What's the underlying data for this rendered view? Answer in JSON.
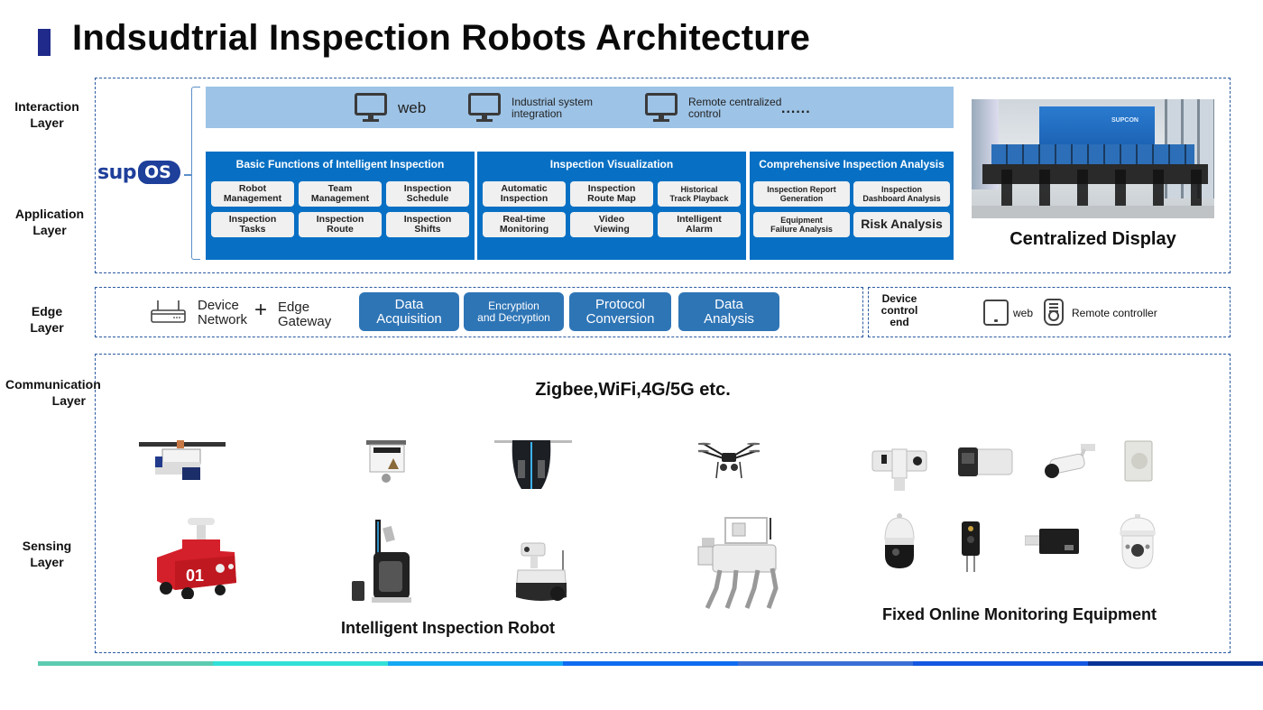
{
  "title": "Indsudtrial Inspection Robots Architecture",
  "layers": {
    "interaction": "Interaction\nLayer",
    "interaction_l1": "Interaction",
    "interaction_l2": "Layer",
    "application_l1": "Application",
    "application_l2": "Layer",
    "edge_l1": "Edge",
    "edge_l2": "Layer",
    "communication_l1": "Communication",
    "communication_l2": "Layer",
    "sensing_l1": "Sensing",
    "sensing_l2": "Layer"
  },
  "logo": {
    "sup": "sup",
    "os": "OS"
  },
  "interaction": {
    "items": [
      {
        "icon": "monitor-icon",
        "label": "web"
      },
      {
        "icon": "monitor-icon",
        "label_l1": "Industrial system",
        "label_l2": "integration"
      },
      {
        "icon": "monitor-icon",
        "label_l1": "Remote centralized",
        "label_l2": "control"
      }
    ],
    "more": "......"
  },
  "application": {
    "panels": [
      {
        "title": "Basic Functions of Intelligent Inspection",
        "cells": [
          [
            "Robot",
            "Management"
          ],
          [
            "Team",
            "Management"
          ],
          [
            "Inspection",
            "Schedule"
          ],
          [
            "Inspection",
            "Tasks"
          ],
          [
            "Inspection",
            "Route"
          ],
          [
            "Inspection",
            "Shifts"
          ]
        ]
      },
      {
        "title": "Inspection Visualization",
        "cells": [
          [
            "Automatic",
            "Inspection"
          ],
          [
            "Inspection",
            "Route Map"
          ],
          [
            "Historical",
            "Track Playback"
          ],
          [
            "Real-time",
            "Monitoring"
          ],
          [
            "Video",
            "Viewing"
          ],
          [
            "Intelligent",
            "Alarm"
          ]
        ]
      },
      {
        "title": "Comprehensive Inspection Analysis",
        "cells": [
          [
            "Inspection Report",
            "Generation"
          ],
          [
            "Inspection",
            "Dashboard Analysis"
          ],
          [
            "Equipment",
            "Failure Analysis"
          ],
          [
            "Risk Analysis",
            ""
          ]
        ]
      }
    ]
  },
  "centralized_display": {
    "label": "Centralized Display",
    "screen_logo": "SUPCON"
  },
  "edge": {
    "device_network_l1": "Device",
    "device_network_l2": "Network",
    "plus": "+",
    "edge_gateway_l1": "Edge",
    "edge_gateway_l2": "Gateway",
    "functions": [
      [
        "Data",
        "Acquisition"
      ],
      [
        "Encryption",
        "and Decryption"
      ],
      [
        "Protocol",
        "Conversion"
      ],
      [
        "Data",
        "Analysis"
      ]
    ],
    "device_control": {
      "label_l1": "Device",
      "label_l2": "control",
      "label_l3": "end",
      "web": "web",
      "remote": "Remote controller"
    }
  },
  "communication": {
    "protocols": "Zigbee,WiFi,4G/5G etc."
  },
  "sensing": {
    "robots_caption": "Intelligent Inspection Robot",
    "robots_badge": "01",
    "fixed_caption": "Fixed Online Monitoring Equipment"
  },
  "colors": {
    "title_bar": "#1f2a8a",
    "dashed_border": "#2b5aa0",
    "interaction_band": "#9dc3e6",
    "app_panel": "#0870c4",
    "edge_button": "#2e75b6",
    "bottom_bar": [
      "#5ccbb0",
      "#33e0d6",
      "#14a9f2",
      "#0f6cf0",
      "#3a6fd6",
      "#1457e0",
      "#0a3396"
    ]
  }
}
